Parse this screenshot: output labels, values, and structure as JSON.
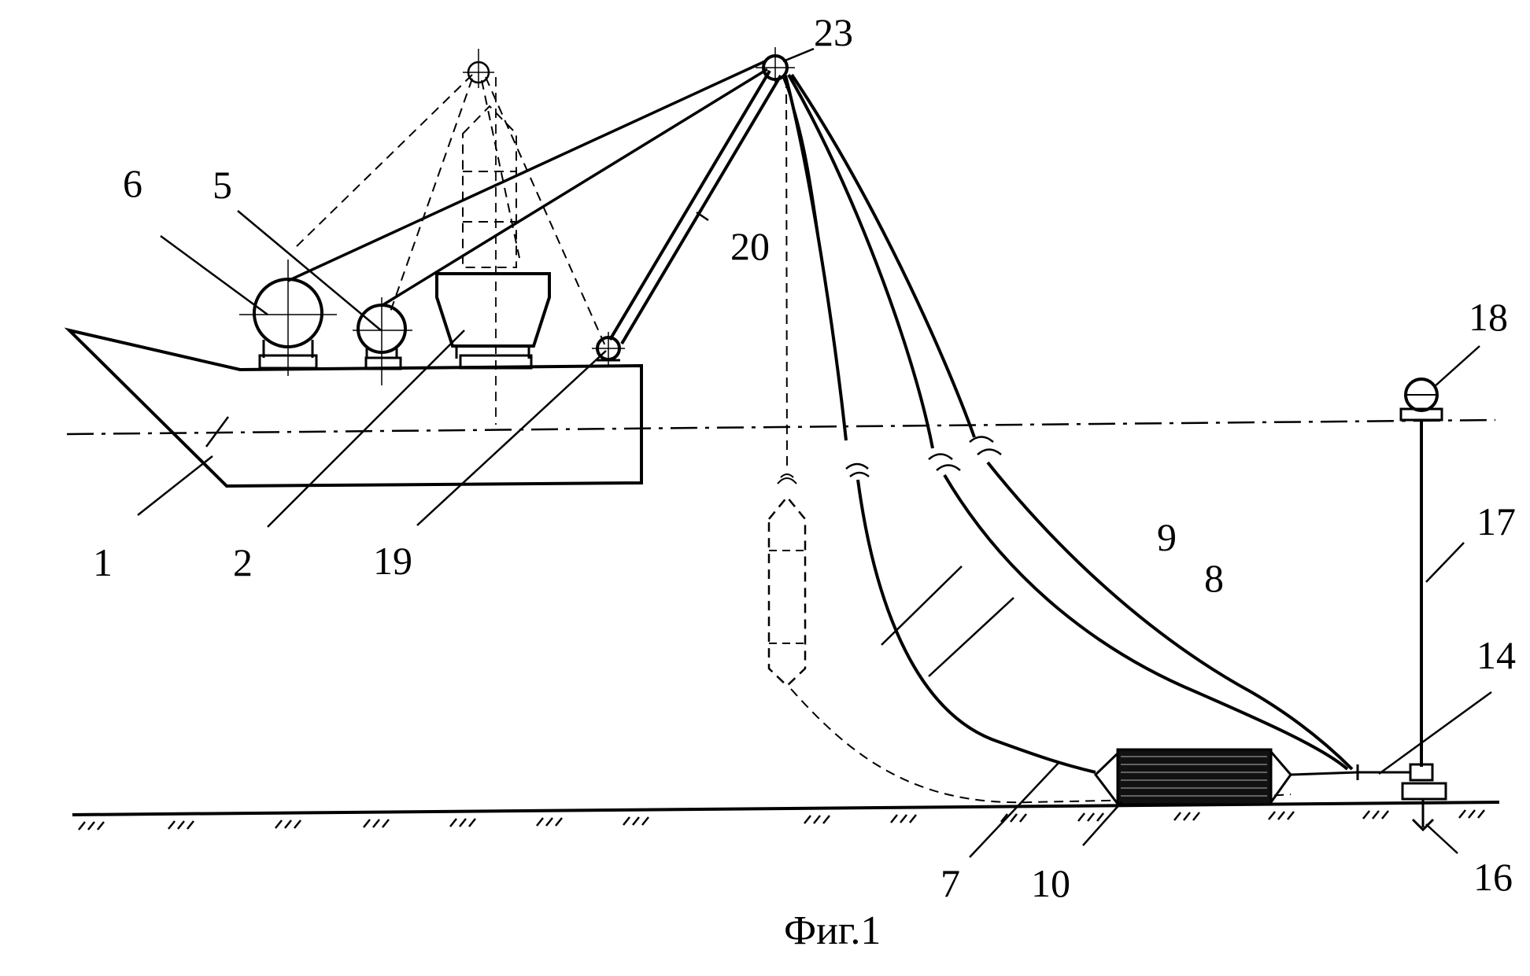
{
  "caption": "Фиг.1",
  "labels": {
    "l1": "1",
    "l2": "2",
    "l5": "5",
    "l6": "6",
    "l7": "7",
    "l8": "8",
    "l9": "9",
    "l10": "10",
    "l14": "14",
    "l16": "16",
    "l17": "17",
    "l18": "18",
    "l19": "19",
    "l20": "20",
    "l23": "23"
  },
  "colors": {
    "ink": "#000000",
    "background": "#ffffff"
  }
}
